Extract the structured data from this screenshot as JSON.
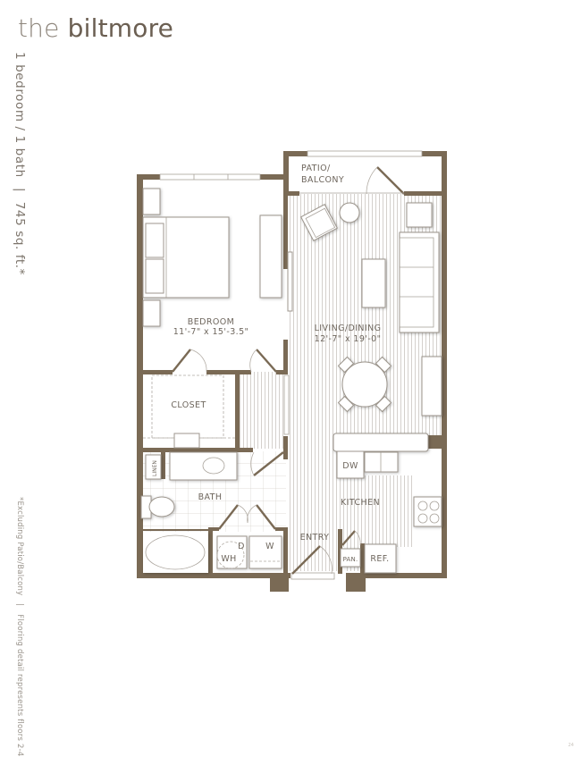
{
  "brand": {
    "prefix": "the",
    "name": "biltmore"
  },
  "unit": {
    "type": "1 bedroom / 1 bath",
    "separator": "|",
    "area": "745 sq. ft.*"
  },
  "footnote": {
    "left": "*Excluding Patio/Balcony",
    "separator": "|",
    "right": "Flooring detail represents floors 2-4"
  },
  "rooms": {
    "patio": {
      "line1": "PATIO/",
      "line2": "BALCONY"
    },
    "bedroom": {
      "name": "BEDROOM",
      "dims": "11'-7\" x 15'-3.5\""
    },
    "living": {
      "name": "LIVING/DINING",
      "dims": "12'-7\" x 19'-0\""
    },
    "closet": {
      "name": "CLOSET"
    },
    "bath": {
      "name": "BATH"
    },
    "kitchen": {
      "name": "KITCHEN"
    },
    "entry": {
      "name": "ENTRY"
    },
    "linen": {
      "name": "LINEN"
    }
  },
  "fixtures": {
    "dishwasher": "DW",
    "dryer": "D",
    "washer": "W",
    "water_heater": "WH",
    "pantry": "PAN.",
    "refrigerator": "REF."
  },
  "colors": {
    "wall": "#7a6a55",
    "text": "#6e665d",
    "brand": "#6b5f52"
  },
  "page_marker": "24"
}
